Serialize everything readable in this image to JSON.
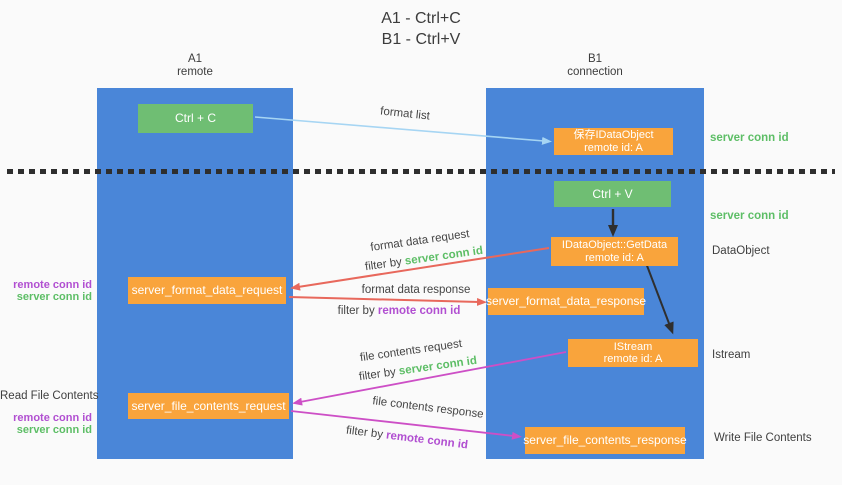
{
  "title": {
    "line1": "A1 - Ctrl+C",
    "line2": "B1 - Ctrl+V"
  },
  "lanes": {
    "a": {
      "title": "A1",
      "subtitle": "remote"
    },
    "b": {
      "title": "B1",
      "subtitle": "connection"
    }
  },
  "nodes": {
    "ctrl_c": {
      "label": "Ctrl + C"
    },
    "ctrl_v": {
      "label": "Ctrl + V"
    },
    "save_dataobject": {
      "line1": "保存IDataObject",
      "line2": "remote id: A"
    },
    "getdata": {
      "line1": "IDataObject::GetData",
      "line2": "remote id: A"
    },
    "istream": {
      "line1": "IStream",
      "line2": "remote id: A"
    },
    "format_request": {
      "label": "server_format_data_request"
    },
    "format_response": {
      "label": "server_format_data_response"
    },
    "file_request": {
      "label": "server_file_contents_request"
    },
    "file_response": {
      "label": "server_file_contents_response"
    }
  },
  "labels": {
    "server_conn_id": "server conn id",
    "remote_conn_id": "remote conn id",
    "dataobject": "DataObject",
    "istream": "Istream",
    "read_file_contents": "Read File Contents",
    "write_file_contents": "Write File Contents",
    "filter_by": "filter by"
  },
  "flow": {
    "format_list": "format list",
    "format_data_request": "format data request",
    "format_data_response": "format data response",
    "file_contents_request": "file contents request",
    "file_contents_response": "file contents response"
  },
  "colors": {
    "lane_blue": "#4a86d8",
    "node_green": "#6fbe73",
    "node_orange": "#f9a43c",
    "green_text": "#5dbe66",
    "purple_text": "#b14fd1",
    "red_arrow": "#e8685c",
    "magenta_arrow": "#cd4fc6",
    "blue_arrow": "#a6d5f3",
    "black_arrow": "#2f2f2f"
  }
}
